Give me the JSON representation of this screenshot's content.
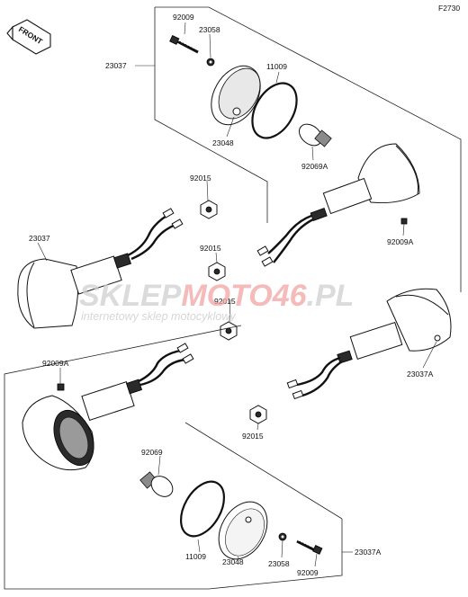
{
  "figure_code": "F2730",
  "front_label": "FRONT",
  "watermark": {
    "part1": "SKLEP",
    "part2": "MOTO46",
    "part3": ".PL",
    "tagline": "internetowy sklep motocyklowy",
    "color_gray": "#cfcfcf",
    "color_red": "#f2a3a3"
  },
  "labels": {
    "l_92009_top": "92009",
    "l_23058_top": "23058",
    "l_23037_top": "23037",
    "l_11009_top": "11009",
    "l_23048_top": "23048",
    "l_92069A": "92069A",
    "l_92015_a": "92015",
    "l_23037_left": "23037",
    "l_92015_b": "92015",
    "l_92009A_right": "92009A",
    "l_92015_c": "92015",
    "l_23037A_right": "23037A",
    "l_92009A_left": "92009A",
    "l_92015_d": "92015",
    "l_92069": "92069",
    "l_11009_bot": "11009",
    "l_23048_bot": "23048",
    "l_23058_bot": "23058",
    "l_92009_bot": "92009",
    "l_23037A_bot": "23037A"
  }
}
